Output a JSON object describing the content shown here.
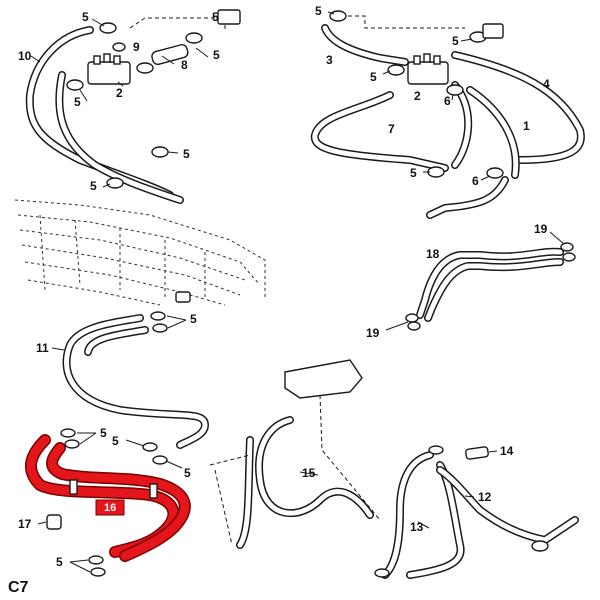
{
  "diagram": {
    "corner_label": "C7",
    "labels": {
      "top_left": {
        "c5a": "5",
        "c9": "9",
        "c5b": "5",
        "c5c": "5",
        "c10": "10",
        "c5d": "5",
        "c2": "2",
        "c8": "8",
        "c5e": "5",
        "c5f": "5"
      },
      "top_right": {
        "c5a": "5",
        "c3": "3",
        "c5b": "5",
        "c5c": "5",
        "c2": "2",
        "c6a": "6",
        "c4": "4",
        "c7": "7",
        "c1": "1",
        "c5d": "5",
        "c6b": "6"
      },
      "middle": {
        "c19a": "19",
        "c18": "18",
        "c19b": "19",
        "c5": "5",
        "c11": "11"
      },
      "bottom": {
        "c5a": "5",
        "c5b": "5",
        "c5c": "5",
        "c16": "16",
        "c17": "17",
        "c5d": "5",
        "c15": "15",
        "c14": "14",
        "c12": "12",
        "c13": "13"
      }
    },
    "colors": {
      "highlight_hose": "#e4161b",
      "highlight_badge": "#e4161b",
      "line": "#1a1a1a"
    }
  }
}
